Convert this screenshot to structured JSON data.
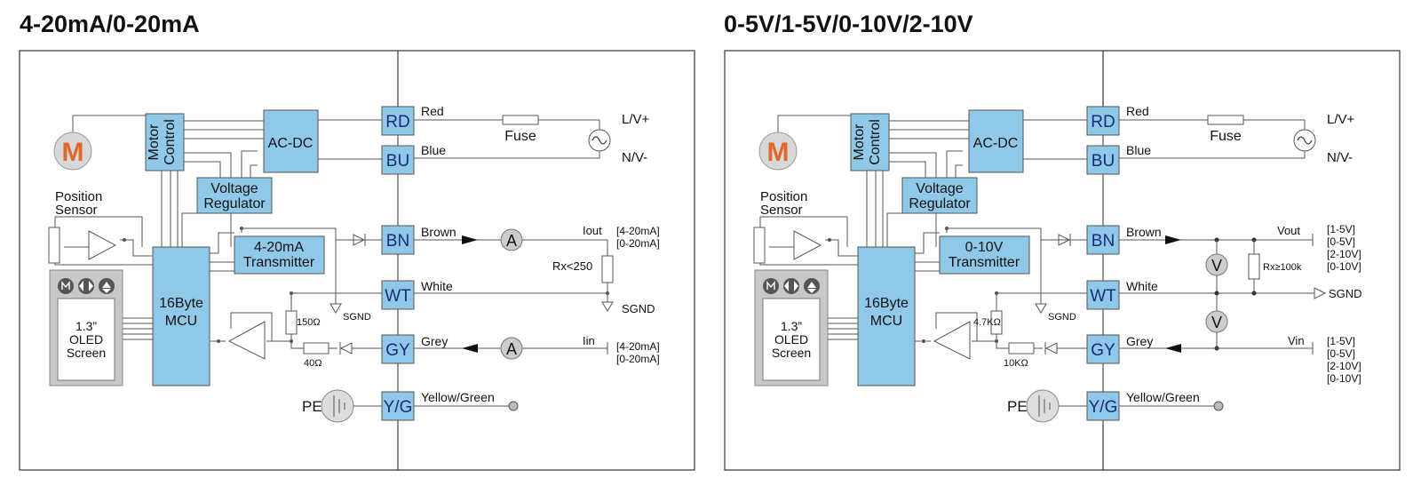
{
  "left": {
    "title": "4-20mA/0-20mA",
    "motor": "M",
    "motor_control": [
      "Motor",
      "Control"
    ],
    "acdc": "AC-DC",
    "regulator": [
      "Voltage",
      "Regulator"
    ],
    "transmitter": [
      "4-20mA",
      "Transmitter"
    ],
    "mcu": [
      "16Byte",
      "MCU"
    ],
    "position_sensor": [
      "Position",
      "Sensor"
    ],
    "oled": [
      "1.3”",
      "OLED",
      "Screen"
    ],
    "terminals": [
      "RD",
      "BU",
      "BN",
      "WT",
      "GY",
      "Y/G"
    ],
    "wires": [
      "Red",
      "Blue",
      "Brown",
      "White",
      "Grey",
      "Yellow/Green"
    ],
    "fuse": "Fuse",
    "lv": "L/V+",
    "nv": "N/V-",
    "out_label": "Iout",
    "out_ranges": [
      "[4-20mA]",
      "[0-20mA]"
    ],
    "rx": "Rx<250",
    "sgnd": "SGND",
    "res1": "150Ω",
    "res2": "40Ω",
    "in_label": "Iin",
    "in_ranges": [
      "[4-20mA]",
      "[0-20mA]"
    ],
    "pe": "PE",
    "meter": "A"
  },
  "right": {
    "title": "0-5V/1-5V/0-10V/2-10V",
    "motor": "M",
    "motor_control": [
      "Motor",
      "Control"
    ],
    "acdc": "AC-DC",
    "regulator": [
      "Voltage",
      "Regulator"
    ],
    "transmitter": [
      "0-10V",
      "Transmitter"
    ],
    "mcu": [
      "16Byte",
      "MCU"
    ],
    "position_sensor": [
      "Position",
      "Sensor"
    ],
    "oled": [
      "1.3”",
      "OLED",
      "Screen"
    ],
    "terminals": [
      "RD",
      "BU",
      "BN",
      "WT",
      "GY",
      "Y/G"
    ],
    "wires": [
      "Red",
      "Blue",
      "Brown",
      "White",
      "Grey",
      "Yellow/Green"
    ],
    "fuse": "Fuse",
    "lv": "L/V+",
    "nv": "N/V-",
    "out_label": "Vout",
    "out_ranges": [
      "[1-5V]",
      "[0-5V]",
      "[2-10V]",
      "[0-10V]"
    ],
    "rx": "Rx≥100k",
    "sgnd": "SGND",
    "res1": "4.7KΩ",
    "res2": "10KΩ",
    "in_label": "Vin",
    "in_ranges": [
      "[1-5V]",
      "[0-5V]",
      "[2-10V]",
      "[0-10V]"
    ],
    "pe": "PE",
    "meter": "V"
  },
  "colors": {
    "block": "#8fc8e8",
    "motor": "#e0662a",
    "panel_gray": "#c8c8c8",
    "line": "#555555"
  }
}
